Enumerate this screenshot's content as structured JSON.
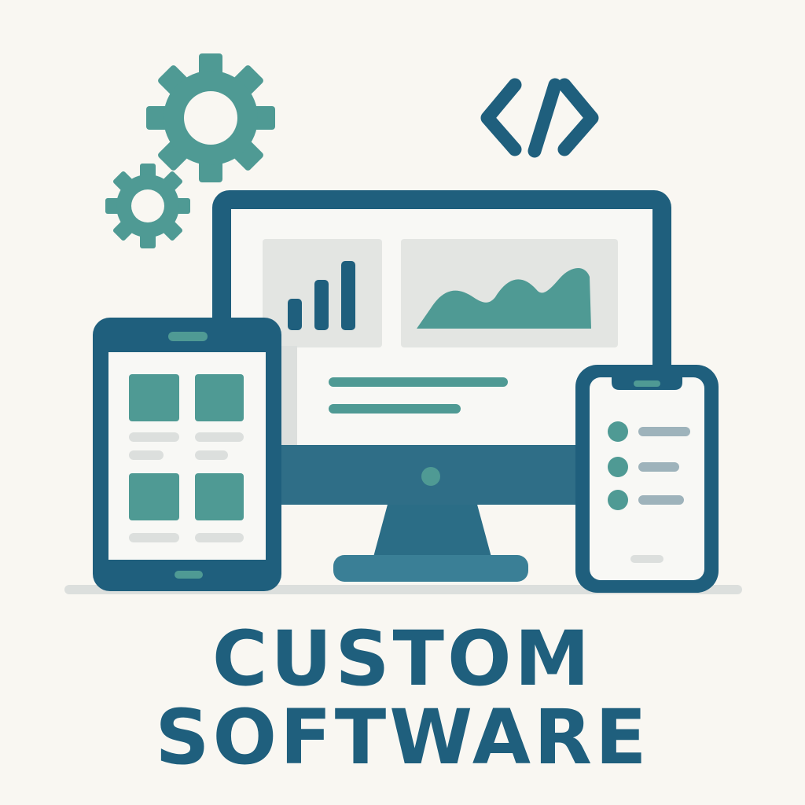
{
  "headline": {
    "line1": "CUSTOM",
    "line2": "SOFTWARE"
  },
  "colors": {
    "background": "#f9f7f2",
    "primary": "#1f5f7d",
    "accent": "#4f9a94",
    "panel": "#e3e5e2",
    "light_line": "#dcdfdd"
  },
  "icons": [
    "gear-icon",
    "code-icon",
    "monitor",
    "tablet",
    "smartphone",
    "bar-chart",
    "area-chart"
  ]
}
